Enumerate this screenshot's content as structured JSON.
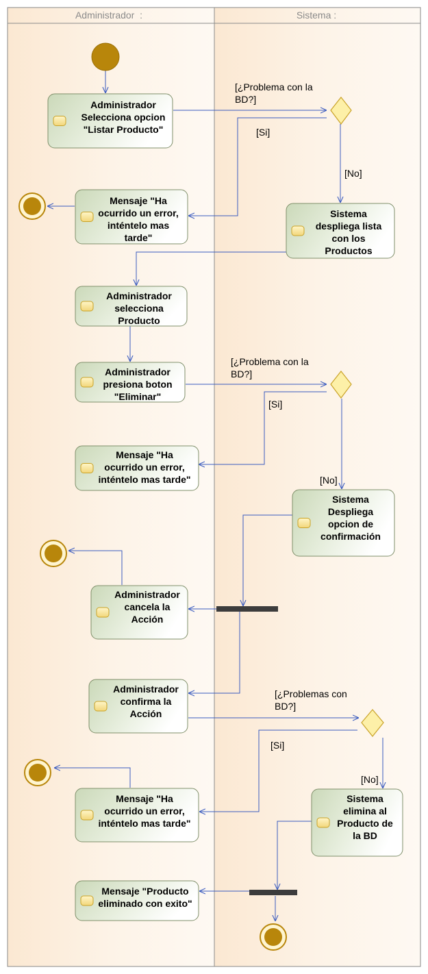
{
  "swimlanes": {
    "left_title": "Administrador  :",
    "right_title": "Sistema :"
  },
  "activities": [
    {
      "id": "a1",
      "lines": [
        "Administrador",
        "Selecciona opcion",
        "\"Listar Producto\""
      ]
    },
    {
      "id": "a2",
      "lines": [
        "Mensaje \"Ha",
        "ocurrido un error,",
        "inténtelo mas",
        "tarde\""
      ]
    },
    {
      "id": "a3",
      "lines": [
        "Sistema",
        "despliega lista",
        "con los",
        "Productos"
      ]
    },
    {
      "id": "a4",
      "lines": [
        "Administrador",
        "selecciona",
        "Producto"
      ]
    },
    {
      "id": "a5",
      "lines": [
        "Administrador",
        "presiona boton",
        "\"Eliminar\""
      ]
    },
    {
      "id": "a6",
      "lines": [
        "Mensaje \"Ha",
        "ocurrido un error,",
        "inténtelo mas tarde\""
      ]
    },
    {
      "id": "a7",
      "lines": [
        "Sistema",
        "Despliega",
        "opcion de",
        "confirmación"
      ]
    },
    {
      "id": "a8",
      "lines": [
        "Administrador",
        "cancela la",
        "Acción"
      ]
    },
    {
      "id": "a9",
      "lines": [
        "Administrador",
        "confirma la",
        "Acción"
      ]
    },
    {
      "id": "a10",
      "lines": [
        "Mensaje \"Ha",
        "ocurrido un error,",
        "inténtelo mas tarde\""
      ]
    },
    {
      "id": "a11",
      "lines": [
        "Sistema",
        "elimina al",
        "Producto de",
        "la BD"
      ]
    },
    {
      "id": "a12",
      "lines": [
        "Mensaje \"Producto",
        "eliminado con exito\""
      ]
    }
  ],
  "guards": {
    "g1_problem": [
      "[¿Problema con la",
      "BD?]"
    ],
    "g1_yes": "[Si]",
    "g1_no": "[No]",
    "g2_problem": [
      "[¿Problema con la",
      "BD?]"
    ],
    "g2_yes": "[Si]",
    "g2_no": "[No]",
    "g3_problem": [
      "[¿Problemas con",
      "BD?]"
    ],
    "g3_yes": "[Si]",
    "g3_no": "[No]"
  },
  "colors": {
    "lane_fill": "#fdf2e6",
    "activity_fill_start": "#cfdcbf",
    "activity_fill_end": "#ffffff",
    "node_gold": "#b8860b",
    "decision_fill": "#fdf0a8",
    "decision_stroke": "#c9a227",
    "flow_line": "#3a5bbf",
    "fork_bar": "#3c3c3c"
  }
}
